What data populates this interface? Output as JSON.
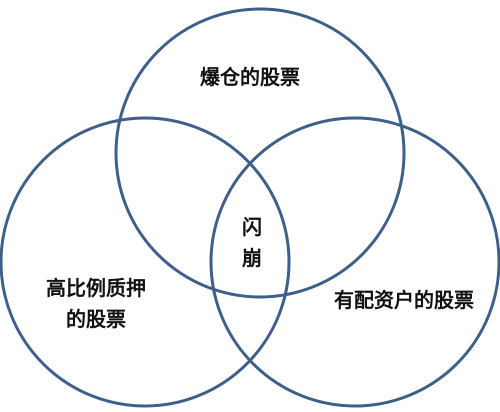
{
  "diagram": {
    "type": "venn",
    "sets": [
      {
        "id": "top",
        "label": "爆仓的股票"
      },
      {
        "id": "left",
        "label_lines": [
          "高比例质押",
          "的股票"
        ]
      },
      {
        "id": "right",
        "label": "有配资户的股票"
      }
    ],
    "intersection": {
      "label_lines": [
        "闪",
        "崩"
      ]
    },
    "colors": {
      "circle_stroke": "#3e5f8a",
      "text": "#111111",
      "background": "#ffffff"
    }
  }
}
